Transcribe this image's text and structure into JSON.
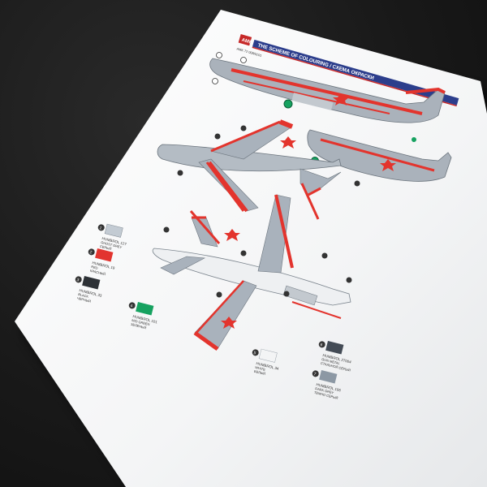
{
  "sheet": {
    "code": "AMK 72 008/0101",
    "header": "THE SCHEME OF COLOURING / СХЕМА ОКРАСКИ"
  },
  "palette": [
    {
      "id": "c1",
      "number": "1",
      "name": "HUMBROL 127",
      "desc1": "GHOST GREY",
      "desc2": "СЕРЫЙ",
      "color": "#c3cbd3"
    },
    {
      "id": "c2",
      "number": "2",
      "name": "HUMBROL 19",
      "desc1": "RED",
      "desc2": "КРАСНЫЙ",
      "color": "#e2342f"
    },
    {
      "id": "c3",
      "number": "3",
      "name": "HUMBROL 33",
      "desc1": "BLACK",
      "desc2": "ЧЕРНЫЙ",
      "color": "#2d3136"
    },
    {
      "id": "c4",
      "number": "4",
      "name": "HUMBROL 101",
      "desc1": "MID GREEN",
      "desc2": "ЗЕЛЕНЫЙ",
      "color": "#16a260"
    },
    {
      "id": "c5",
      "number": "5",
      "name": "HUMBROL 34",
      "desc1": "WHITE",
      "desc2": "БЕЛЫЙ",
      "color": "#f3f4f5"
    },
    {
      "id": "c6",
      "number": "6",
      "name": "HUMBROL 27004",
      "desc1": "GUN METAL",
      "desc2": "СТАЛЬНОЙ СЕРЫЙ",
      "color": "#434b55"
    },
    {
      "id": "c7",
      "number": "7",
      "name": "HUMBROL 106",
      "desc1": "DARK GREY",
      "desc2": "ТЕМНО СЕРЫЙ",
      "color": "#8c98a4"
    }
  ],
  "colors": {
    "background": "#161616",
    "paper": "#f6f7f8",
    "header_band": "#2c3e8c",
    "header_stripe": "#c62828",
    "aircraft_grey": "#a9b2bc",
    "aircraft_red": "#e3342d",
    "aircraft_white": "#eef0f2"
  },
  "icons": [
    "amk-logo-icon",
    "red-star-icon",
    "callout-marker-icon"
  ]
}
